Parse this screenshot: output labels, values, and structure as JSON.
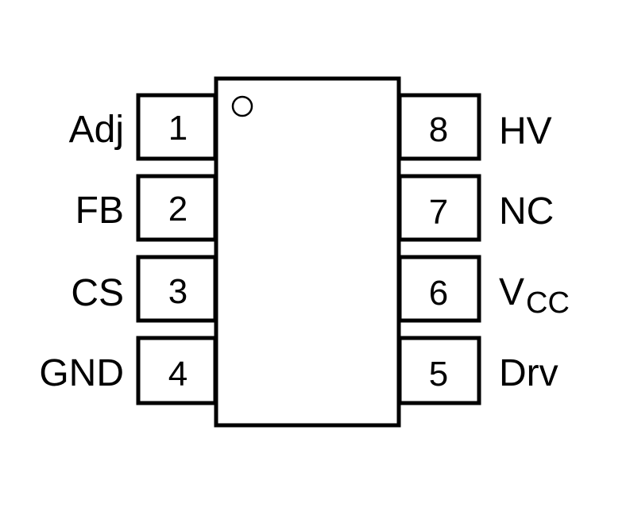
{
  "package": {
    "pins": [
      {
        "number": "1",
        "label": "Adj"
      },
      {
        "number": "2",
        "label": "FB"
      },
      {
        "number": "3",
        "label": "CS"
      },
      {
        "number": "4",
        "label": "GND"
      },
      {
        "number": "5",
        "label": "Drv"
      },
      {
        "number": "6",
        "label": "V",
        "label_sub": "CC"
      },
      {
        "number": "7",
        "label": "NC"
      },
      {
        "number": "8",
        "label": "HV"
      }
    ]
  }
}
